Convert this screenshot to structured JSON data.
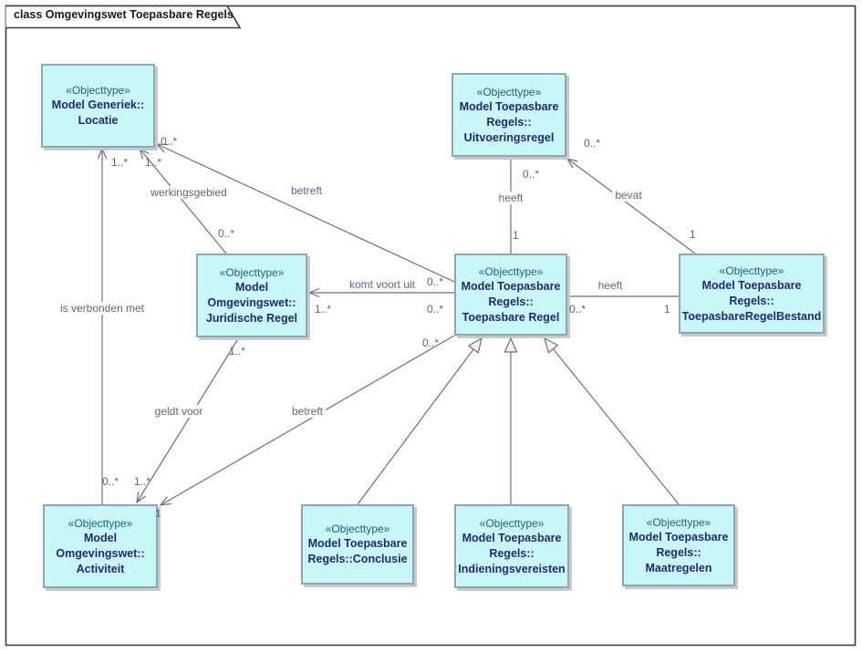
{
  "frame": {
    "title": "class Omgevingswet Toepasbare Regels"
  },
  "nodes": {
    "locatie": {
      "stereotype": "«Objecttype»",
      "name": "Model Generiek::\nLocatie"
    },
    "uitvoeringsregel": {
      "stereotype": "«Objecttype»",
      "name": "Model Toepasbare\nRegels::\nUitvoeringsregel"
    },
    "juridische_regel": {
      "stereotype": "«Objecttype»",
      "name": "Model\nOmgevingswet::\nJuridische Regel"
    },
    "toepasbare_regel": {
      "stereotype": "«Objecttype»",
      "name": "Model Toepasbare\nRegels::\nToepasbare Regel"
    },
    "toepasbare_regel_bestand": {
      "stereotype": "«Objecttype»",
      "name": "Model Toepasbare\nRegels::\nToepasbareRegelBestand"
    },
    "activiteit": {
      "stereotype": "«Objecttype»",
      "name": "Model\nOmgevingswet::\nActiviteit"
    },
    "conclusie": {
      "stereotype": "«Objecttype»",
      "name": "Model Toepasbare\nRegels::Conclusie"
    },
    "indieningsvereisten": {
      "stereotype": "«Objecttype»",
      "name": "Model Toepasbare\nRegels::\nIndieningsvereisten"
    },
    "maatregelen": {
      "stereotype": "«Objecttype»",
      "name": "Model Toepasbare\nRegels::\nMaatregelen"
    }
  },
  "edges": {
    "is_verbonden_met": {
      "label": "is verbonden met",
      "locatie_mult": "1..*",
      "activiteit_mult": "0..*"
    },
    "werkingsgebied": {
      "label": "werkingsgebied",
      "locatie_mult": "1..*",
      "juridische_regel_mult": "0..*"
    },
    "betreft_locatie": {
      "label": "betreft",
      "locatie_mult": "0..*",
      "toepasbare_regel_mult": "0..*"
    },
    "heeft_uitvoeringsregel": {
      "label": "heeft",
      "uitvoeringsregel_mult": "0..*",
      "toepasbare_regel_mult": "1"
    },
    "bevat": {
      "label": "bevat",
      "uitvoeringsregel_mult": "0..*",
      "bestand_mult": "1"
    },
    "heeft_bestand": {
      "label": "heeft",
      "toepasbare_regel_mult": "0..*",
      "bestand_mult": "1"
    },
    "komt_voort_uit": {
      "label": "komt voort uit",
      "juridische_regel_mult": "1..*",
      "toepasbare_regel_mult": "0..*"
    },
    "geldt_voor": {
      "label": "geldt voor",
      "juridische_regel_mult": "1..*",
      "activiteit_mult": "1..*"
    },
    "betreft_activiteit": {
      "label": "betreft",
      "toepasbare_regel_mult": "0..*",
      "activiteit_mult": "1"
    }
  },
  "colors": {
    "node_fill": "#c9f6f6",
    "node_border": "#8ba6b4",
    "stereotype_text": "#1f6478",
    "name_text": "#202a74",
    "line": "#6b6b8a",
    "generalization_fill": "#faf1e4",
    "frame": "#3a3a3a"
  }
}
